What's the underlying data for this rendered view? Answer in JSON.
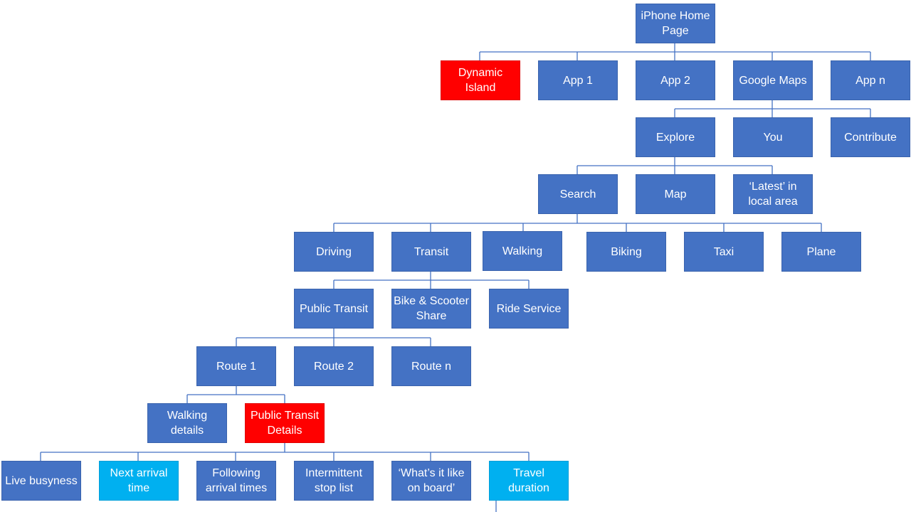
{
  "colors": {
    "default": "#4472c4",
    "highlight_red": "#ff0000",
    "highlight_cyan": "#00b0f0",
    "connector": "#4472c4"
  },
  "nodes": {
    "iphone_home": "iPhone Home\nPage",
    "dynamic_island": "Dynamic\nIsland",
    "app1": "App 1",
    "app2": "App 2",
    "google_maps": "Google Maps",
    "appn": "App n",
    "explore": "Explore",
    "you": "You",
    "contribute": "Contribute",
    "search": "Search",
    "map": "Map",
    "latest": "‘Latest’ in\nlocal area",
    "driving": "Driving",
    "transit": "Transit",
    "walking": "Walking",
    "biking": "Biking",
    "taxi": "Taxi",
    "plane": "Plane",
    "public_transit": "Public Transit",
    "bike_scooter": "Bike & Scooter\nShare",
    "ride_service": "Ride Service",
    "route1": "Route 1",
    "route2": "Route 2",
    "routen": "Route n",
    "walking_details": "Walking\ndetails",
    "public_transit_details": "Public Transit\nDetails",
    "live_busyness": "Live busyness",
    "next_arrival": "Next arrival\ntime",
    "following_arrival": "Following\narrival times",
    "intermittent_stop": "Intermittent\nstop list",
    "whats_it_like": "‘What’s it like\non board’",
    "travel_duration": "Travel\nduration"
  }
}
